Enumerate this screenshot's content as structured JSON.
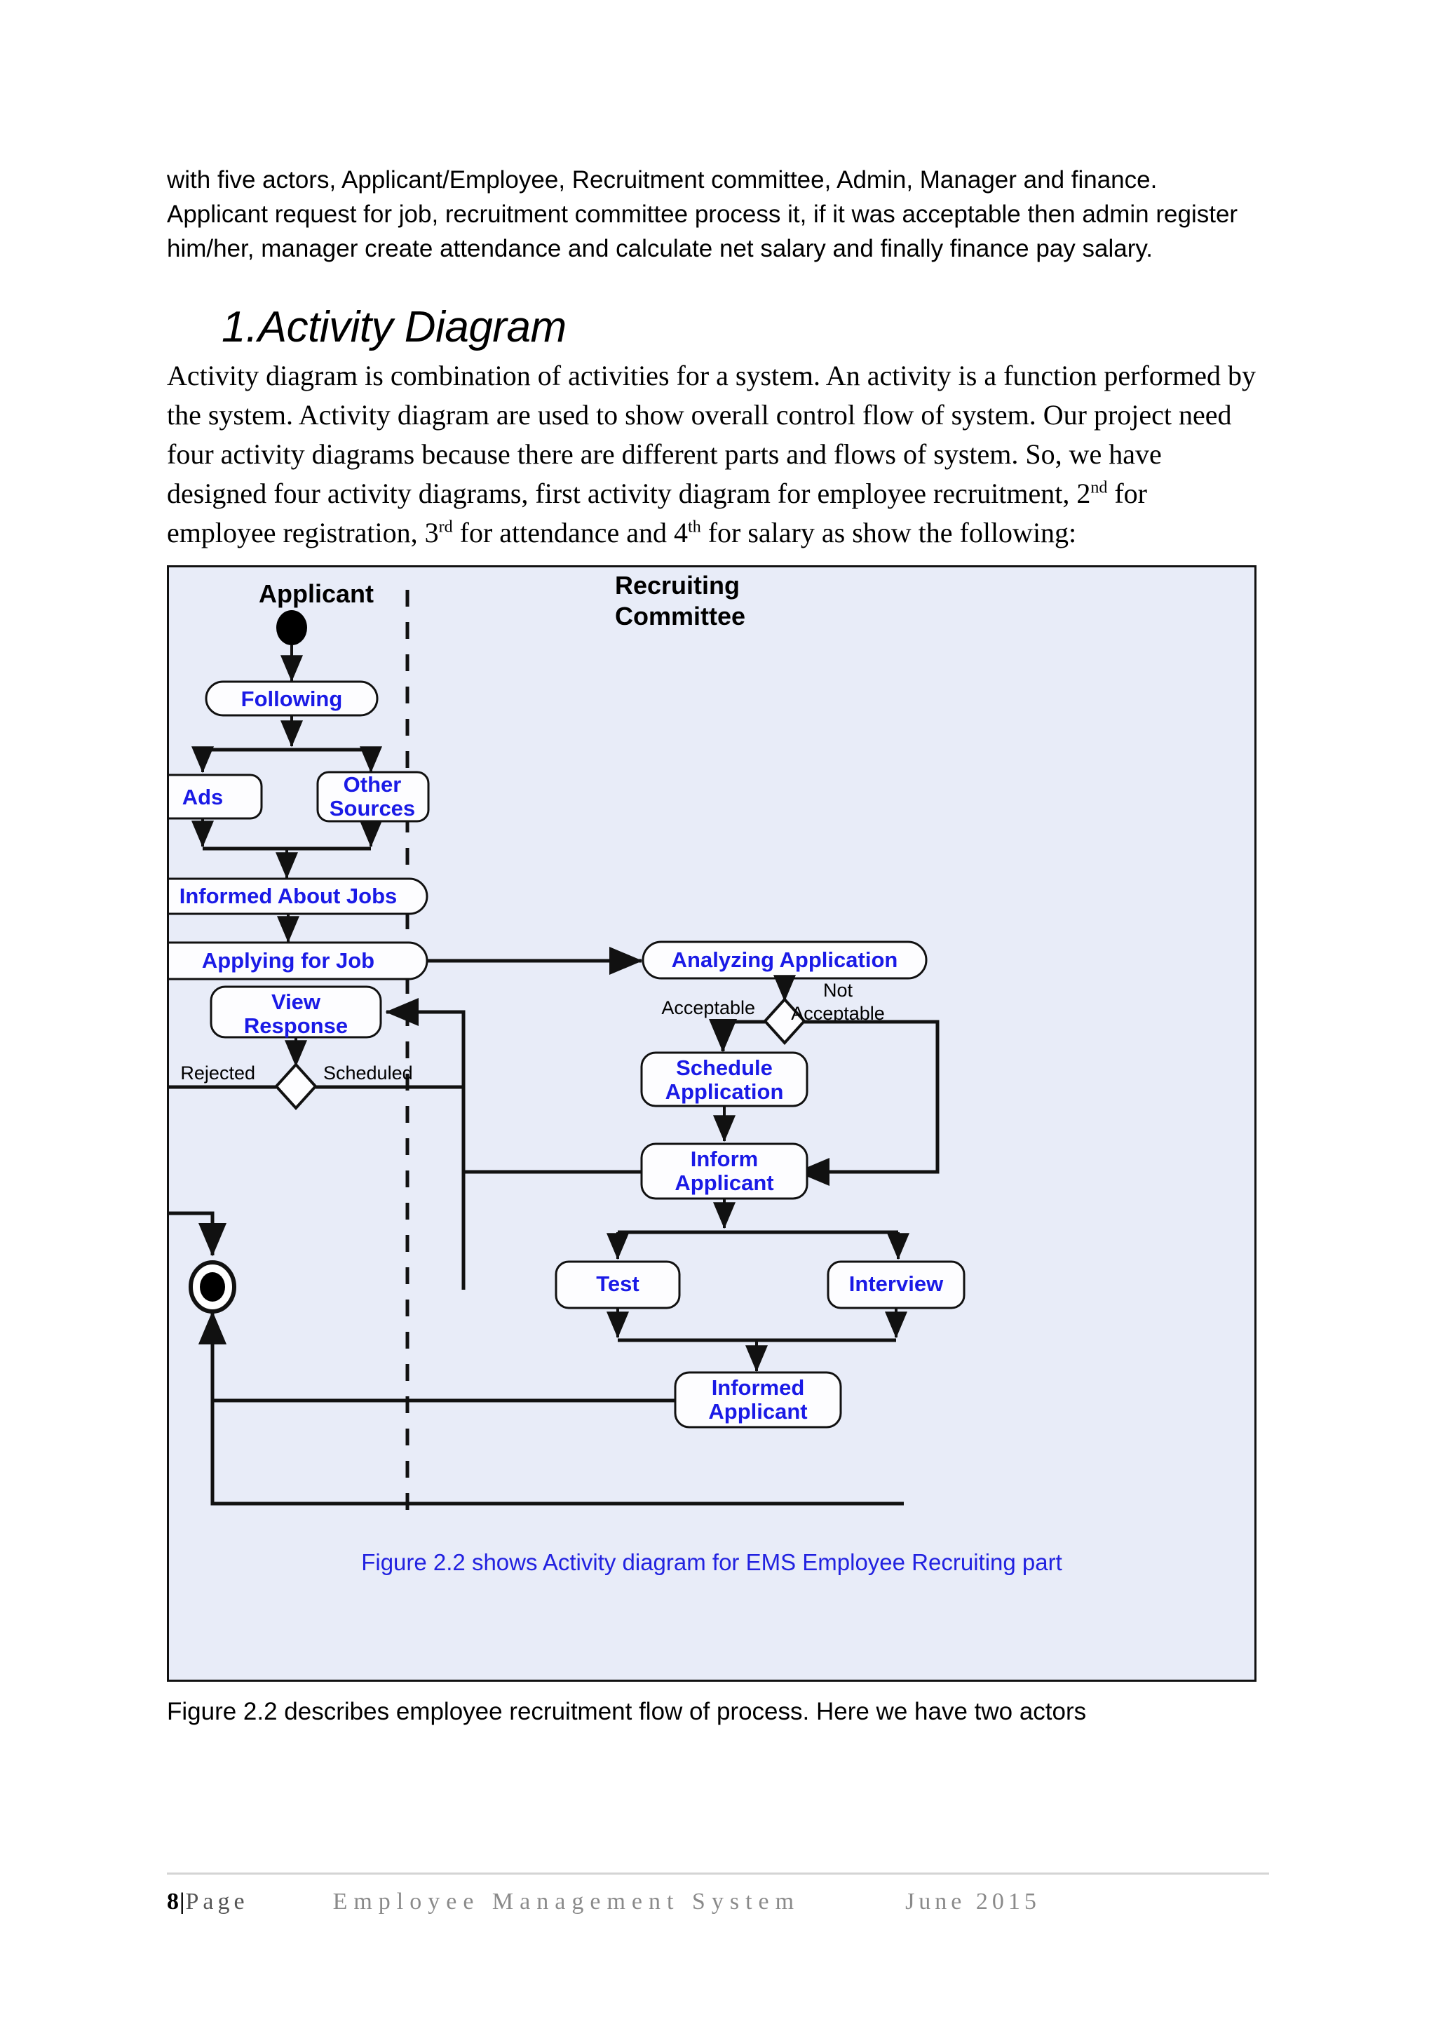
{
  "document": {
    "intro_paragraph": "with five actors, Applicant/Employee, Recruitment committee, Admin, Manager and finance. Applicant request for job, recruitment committee process it, if it was acceptable then admin register him/her, manager create attendance and calculate net salary and finally finance pay salary.",
    "heading_number": "1.",
    "heading_text": "Activity Diagram",
    "body_paragraph_parts": {
      "p1": "Activity diagram is combination of activities for a system. An activity is a function performed by the system. Activity diagram are used to show overall control flow of system. Our project need four activity diagrams because there are different parts and flows of system. So, we have designed four activity diagrams, first activity diagram for employee recruitment, 2",
      "sup1": "nd",
      "p2": " for employee registration, 3",
      "sup2": "rd",
      "p3": " for attendance and 4",
      "sup3": "th",
      "p4": " for salary as show the following:"
    },
    "after_figure_text": "Figure 2.2 describes employee recruitment flow of process. Here we have two actors"
  },
  "figure": {
    "caption": "Figure 2.2 shows Activity diagram for EMS Employee Recruiting part",
    "background_color": "#e8ecf8",
    "node_text_color": "#1a1ae6",
    "caption_color": "#2222e0"
  },
  "diagram": {
    "type": "uml-activity-diagram",
    "lanes": [
      {
        "id": "applicant",
        "label": "Applicant"
      },
      {
        "id": "recruiting",
        "label": "Recruiting\nCommittee"
      }
    ],
    "lane_labels": {
      "applicant": "Applicant",
      "recruiting_line1": "Recruiting",
      "recruiting_line2": "Committee"
    },
    "nodes": [
      {
        "id": "start",
        "type": "initial-node",
        "lane": "applicant",
        "label": ""
      },
      {
        "id": "following",
        "type": "action",
        "lane": "applicant",
        "label": "Following"
      },
      {
        "id": "ads",
        "type": "action",
        "lane": "applicant",
        "label": "Ads"
      },
      {
        "id": "other-sources",
        "type": "action",
        "lane": "applicant",
        "label_line1": "Other",
        "label_line2": "Sources"
      },
      {
        "id": "informed-about-jobs",
        "type": "action",
        "lane": "applicant",
        "label": "Informed About Jobs"
      },
      {
        "id": "applying-for-job",
        "type": "action",
        "lane": "applicant",
        "label": "Applying for Job"
      },
      {
        "id": "view-response",
        "type": "action",
        "lane": "applicant",
        "label_line1": "View",
        "label_line2": "Response"
      },
      {
        "id": "response-decision",
        "type": "decision",
        "lane": "applicant",
        "label": ""
      },
      {
        "id": "end",
        "type": "final-node",
        "lane": "applicant",
        "label": ""
      },
      {
        "id": "analyzing-application",
        "type": "action",
        "lane": "recruiting",
        "label": "Analyzing Application"
      },
      {
        "id": "acceptance-decision",
        "type": "decision",
        "lane": "recruiting",
        "label": ""
      },
      {
        "id": "schedule-application",
        "type": "action",
        "lane": "recruiting",
        "label_line1": "Schedule",
        "label_line2": "Application"
      },
      {
        "id": "inform-applicant",
        "type": "action",
        "lane": "recruiting",
        "label_line1": "Inform",
        "label_line2": "Applicant"
      },
      {
        "id": "test",
        "type": "action",
        "lane": "recruiting",
        "label": "Test"
      },
      {
        "id": "interview",
        "type": "action",
        "lane": "recruiting",
        "label": "Interview"
      },
      {
        "id": "informed-applicant",
        "type": "action",
        "lane": "recruiting",
        "label_line1": "Informed",
        "label_line2": "Applicant"
      }
    ],
    "edge_labels": {
      "rejected": "Rejected",
      "scheduled": "Scheduled",
      "acceptable": "Acceptable",
      "not_acceptable_line1": "Not",
      "not_acceptable_line2": "Acceptable"
    }
  },
  "footer": {
    "page_number": "8",
    "separator": "|",
    "page_word": "Page",
    "doc_title": "Employee Management System",
    "date": "June 2015"
  }
}
